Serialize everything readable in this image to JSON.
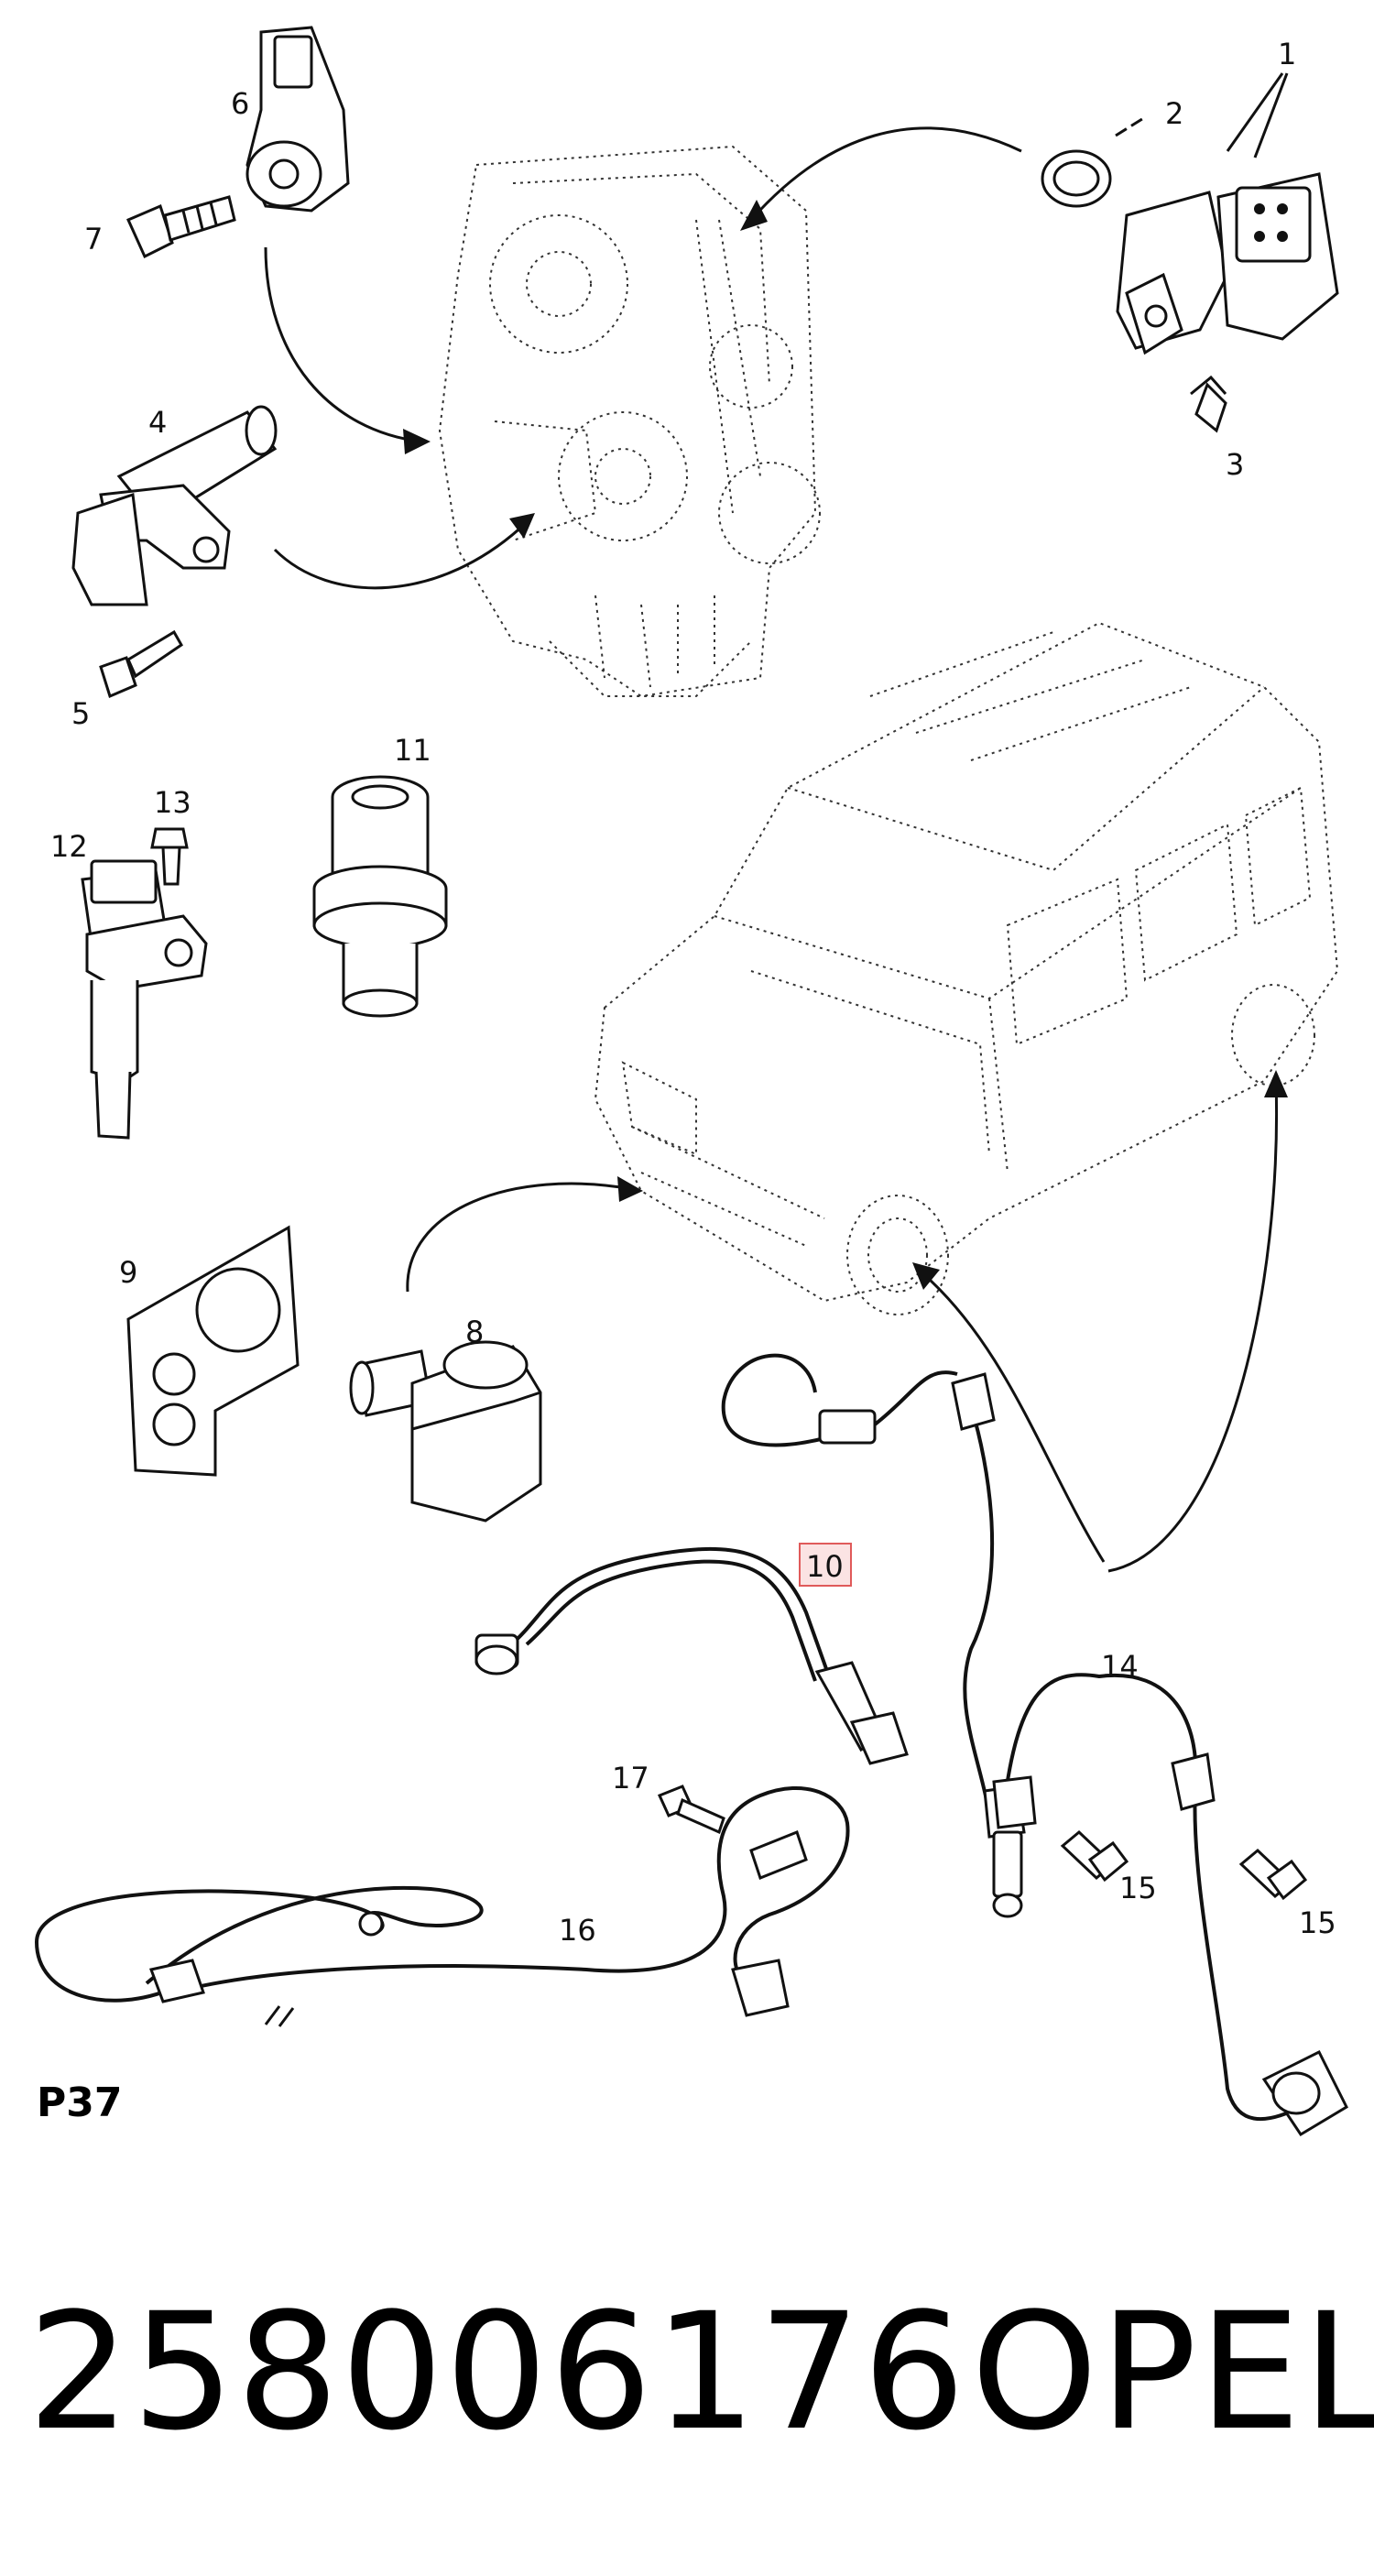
{
  "diagram": {
    "callouts": [
      {
        "id": "1",
        "label": "1"
      },
      {
        "id": "2",
        "label": "2"
      },
      {
        "id": "3",
        "label": "3"
      },
      {
        "id": "4",
        "label": "4"
      },
      {
        "id": "5",
        "label": "5"
      },
      {
        "id": "6",
        "label": "6"
      },
      {
        "id": "7",
        "label": "7"
      },
      {
        "id": "8",
        "label": "8"
      },
      {
        "id": "9",
        "label": "9"
      },
      {
        "id": "10",
        "label": "10",
        "highlighted": true
      },
      {
        "id": "11",
        "label": "11"
      },
      {
        "id": "12",
        "label": "12"
      },
      {
        "id": "13",
        "label": "13"
      },
      {
        "id": "14",
        "label": "14"
      },
      {
        "id": "15a",
        "label": "15"
      },
      {
        "id": "15b",
        "label": "15"
      },
      {
        "id": "16",
        "label": "16"
      },
      {
        "id": "17",
        "label": "17"
      }
    ],
    "page_ref": "P37",
    "highlight_color": "#e05a5a"
  },
  "caption": {
    "part_number": "258006176",
    "brand": "OPEL"
  }
}
